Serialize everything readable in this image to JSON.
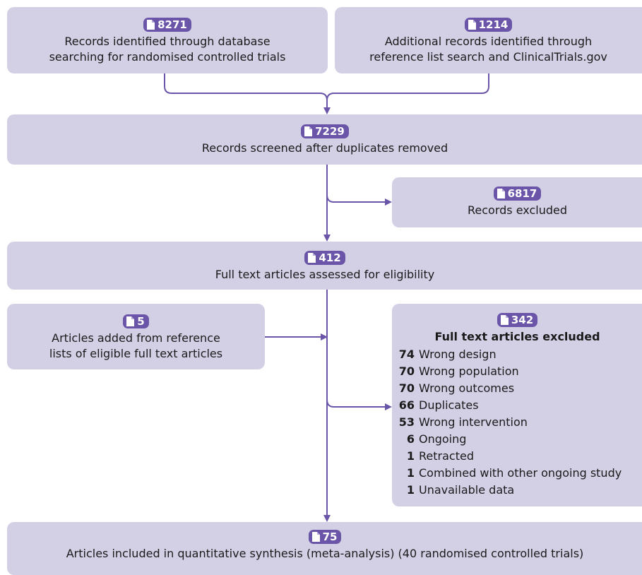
{
  "identified_db": {
    "count": "8271",
    "lines": [
      "Records identified through database",
      "searching for randomised controlled trials"
    ]
  },
  "identified_other": {
    "count": "1214",
    "lines": [
      "Additional records identified through",
      "reference list search and ClinicalTrials.gov"
    ]
  },
  "screened": {
    "count": "7229",
    "text": "Records screened after duplicates removed"
  },
  "excluded": {
    "count": "6817",
    "text": "Records excluded"
  },
  "assessed": {
    "count": "412",
    "text": "Full text articles assessed for eligibility"
  },
  "added": {
    "count": "5",
    "lines": [
      "Articles added from reference",
      "lists of eligible full text articles"
    ]
  },
  "fulltext_excluded": {
    "count": "342",
    "title": "Full text articles excluded",
    "reasons": [
      {
        "n": "74",
        "label": "Wrong design"
      },
      {
        "n": "70",
        "label": "Wrong population"
      },
      {
        "n": "70",
        "label": "Wrong outcomes"
      },
      {
        "n": "66",
        "label": "Duplicates"
      },
      {
        "n": "53",
        "label": "Wrong intervention"
      },
      {
        "n": "6",
        "label": "Ongoing"
      },
      {
        "n": "1",
        "label": "Retracted"
      },
      {
        "n": "1",
        "label": "Combined with other ongoing study"
      },
      {
        "n": "1",
        "label": "Unavailable data"
      }
    ]
  },
  "included": {
    "count": "75",
    "text": "Articles included in quantitative synthesis (meta-analysis) (40  randomised controlled trials)"
  },
  "colors": {
    "box_fill": "#d3d0e6",
    "badge": "#6a55a8",
    "arrow": "#6a55a8"
  },
  "icons": {
    "badge_icon": "document-icon"
  }
}
